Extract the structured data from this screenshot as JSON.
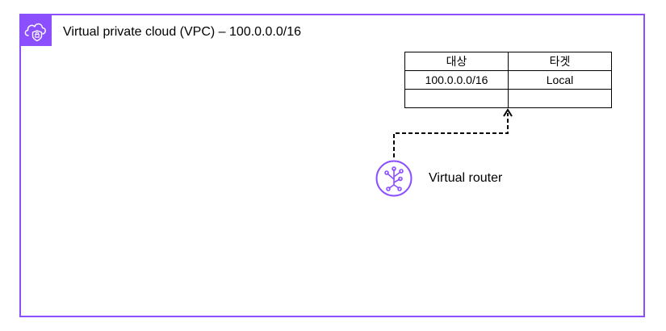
{
  "vpc": {
    "title": "Virtual private cloud (VPC) – 100.0.0.0/16",
    "icon": "vpc-cloud-lock-icon",
    "accent_color": "#8c4fff"
  },
  "route_table": {
    "headers": [
      "대상",
      "타겟"
    ],
    "rows": [
      [
        "100.0.0.0/16",
        "Local"
      ],
      [
        "",
        ""
      ]
    ]
  },
  "router": {
    "label": "Virtual router",
    "icon": "virtual-router-icon"
  }
}
